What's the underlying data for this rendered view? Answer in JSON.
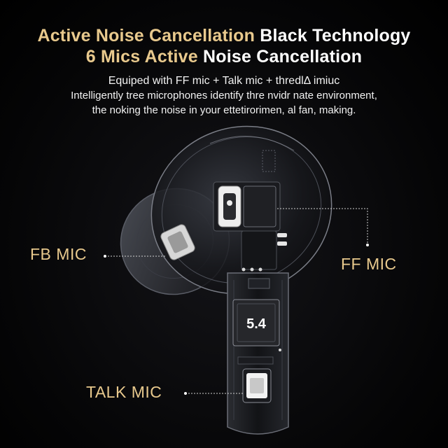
{
  "headline": {
    "line1_gold": "Active Noise Cancellation",
    "line1_white": "Black Technology",
    "line2_gold": "6 Mics Active",
    "line2_white": "Noise Cancellation"
  },
  "description": {
    "line1": "Equiped with FF mic + Talk mic + thredlΔ imiuc",
    "line2": "Intelligently tree microphones identify thre nvidr nate environment,",
    "line3": "the noking the noise in your ettetirorimen, al fan, making."
  },
  "mic_labels": {
    "fb": "FB MIC",
    "ff": "FF MIC",
    "talk": "TALK MIC"
  },
  "chip": {
    "version": "5.4"
  },
  "colors": {
    "accent_gold": "#e8c98d",
    "background": "#000000",
    "text": "#ffffff"
  }
}
